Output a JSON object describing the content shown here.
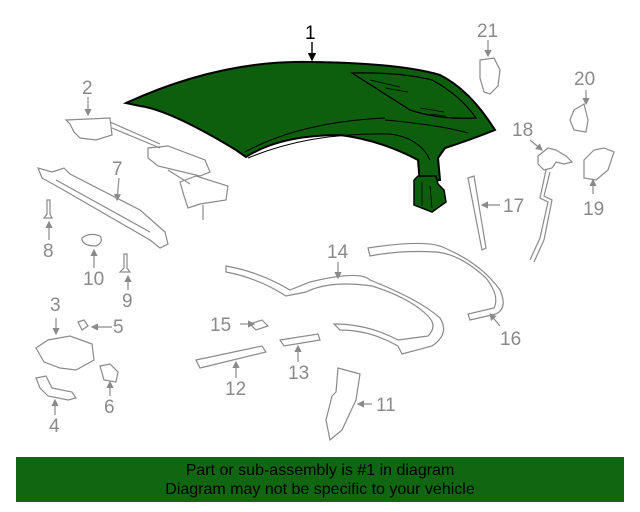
{
  "diagram": {
    "highlight_color": "#0d5e0d",
    "line_color": "#8a8a8a",
    "callouts": [
      {
        "num": "1",
        "part": "roof-panel-assembly",
        "highlighted": true
      },
      {
        "num": "2",
        "part": "linkage-assembly"
      },
      {
        "num": "3",
        "part": "mounting-plate"
      },
      {
        "num": "4",
        "part": "bracket"
      },
      {
        "num": "5",
        "part": "clip"
      },
      {
        "num": "6",
        "part": "block"
      },
      {
        "num": "7",
        "part": "rail"
      },
      {
        "num": "8",
        "part": "bolt"
      },
      {
        "num": "9",
        "part": "bolt"
      },
      {
        "num": "10",
        "part": "nut"
      },
      {
        "num": "11",
        "part": "plate"
      },
      {
        "num": "12",
        "part": "seal"
      },
      {
        "num": "13",
        "part": "seal"
      },
      {
        "num": "14",
        "part": "weatherstrip"
      },
      {
        "num": "15",
        "part": "clip"
      },
      {
        "num": "16",
        "part": "weatherstrip"
      },
      {
        "num": "17",
        "part": "seal"
      },
      {
        "num": "18",
        "part": "latch-with-cable"
      },
      {
        "num": "19",
        "part": "bracket"
      },
      {
        "num": "20",
        "part": "bracket"
      },
      {
        "num": "21",
        "part": "bracket"
      }
    ]
  },
  "banner": {
    "line1": "Part or sub-assembly is #1 in diagram",
    "line2": "Diagram may not be specific to your vehicle",
    "background": "#116611"
  }
}
